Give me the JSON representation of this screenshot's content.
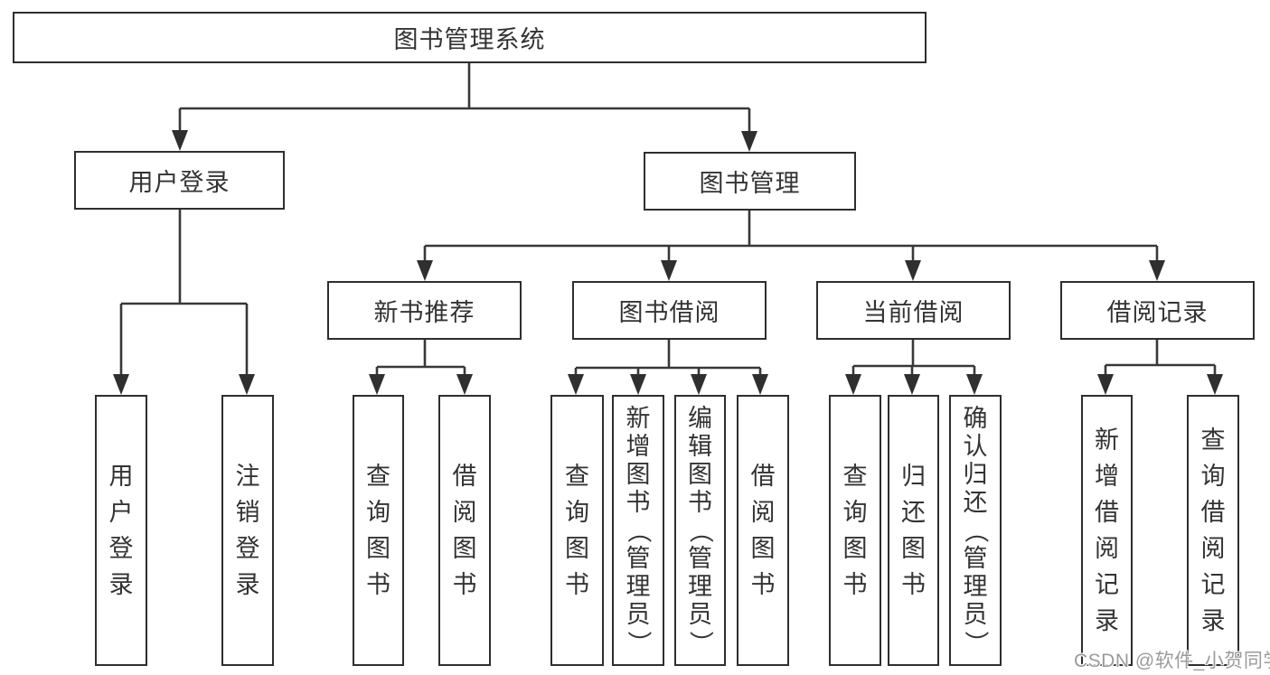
{
  "diagram": {
    "root": {
      "label": "图书管理系统"
    },
    "user_login": {
      "label": "用户登录",
      "children": {
        "login": "用户登录",
        "logout": "注销登录"
      }
    },
    "book_mgmt": {
      "label": "图书管理",
      "sections": {
        "new_books": {
          "label": "新书推荐",
          "children": {
            "query": "查询图书",
            "borrow": "借阅图书"
          }
        },
        "book_borrow": {
          "label": "图书借阅",
          "children": {
            "query": "查询图书",
            "add": "新增图书（管理员）",
            "edit": "编辑图书（管理员）",
            "borrow": "借阅图书"
          }
        },
        "current_borrow": {
          "label": "当前借阅",
          "children": {
            "query": "查询图书",
            "return": "归还图书",
            "confirm": "确认归还（管理员）"
          }
        },
        "records": {
          "label": "借阅记录",
          "children": {
            "add": "新增借阅记录",
            "query": "查询借阅记录"
          }
        }
      }
    }
  },
  "colors": {
    "line": "#383838",
    "arrow": "#2f2f2f",
    "border": "#2e2e2e",
    "text": "#333333",
    "watermark": "#9b9b9b"
  },
  "watermark": "CSDN @软件_小贺同学"
}
